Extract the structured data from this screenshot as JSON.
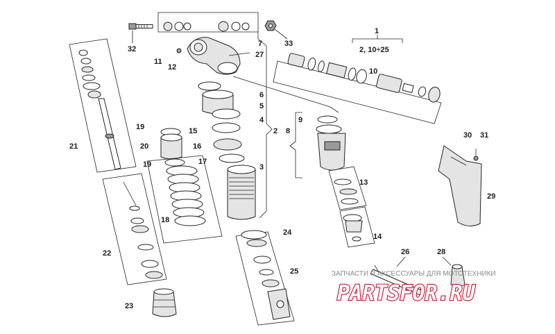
{
  "callouts": {
    "c1": "1",
    "c2_sub": "2, 10÷25",
    "c2": "2",
    "c3": "3",
    "c4": "4",
    "c5": "5",
    "c6": "6",
    "c7": "7",
    "c8": "8",
    "c9": "9",
    "c10": "10",
    "c11": "11",
    "c12": "12",
    "c13": "13",
    "c14": "14",
    "c15": "15",
    "c16": "16",
    "c17": "17",
    "c18": "18",
    "c19a": "19",
    "c19b": "19",
    "c20": "20",
    "c21": "21",
    "c22": "22",
    "c23": "23",
    "c24": "24",
    "c25": "25",
    "c26": "26",
    "c27": "27",
    "c28": "28",
    "c29": "29",
    "c30": "30",
    "c31": "31",
    "c32": "32",
    "c33": "33"
  },
  "watermark": {
    "tagline": "ЗАПЧАСТИ И АКСЕССУАРЫ ДЛЯ МОТОТЕХНИКИ",
    "logo": "PARTSFOR.RU",
    "logo_color": "#c8102e"
  }
}
